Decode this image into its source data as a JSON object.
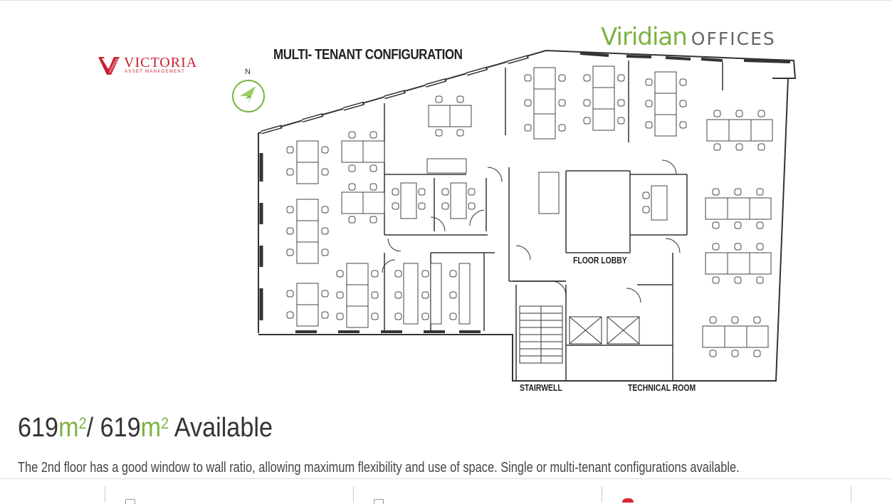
{
  "branding": {
    "victoria_name": "VICTORIA",
    "victoria_sub": "ASSET MANAGEMENT",
    "viridian_name": "Viridian",
    "viridian_suffix": "OFFICES",
    "brand_red": "#c8202f",
    "brand_green": "#7bb342"
  },
  "floorplan": {
    "title": "MULTI- TENANT CONFIGURATION",
    "north_label": "N",
    "labels": {
      "floor_lobby": "FLOOR LOBBY",
      "stairwell": "STAIRWELL",
      "technical_room": "TECHNICAL ROOM"
    }
  },
  "availability": {
    "available_num": "619",
    "total_num": "619",
    "unit": "m",
    "unit_sup": "2",
    "separator": "/ ",
    "suffix": "Available"
  },
  "description": "The 2nd floor has a good window to wall ratio, allowing maximum flexibility and use of space.  Single or multi-tenant configurations available."
}
